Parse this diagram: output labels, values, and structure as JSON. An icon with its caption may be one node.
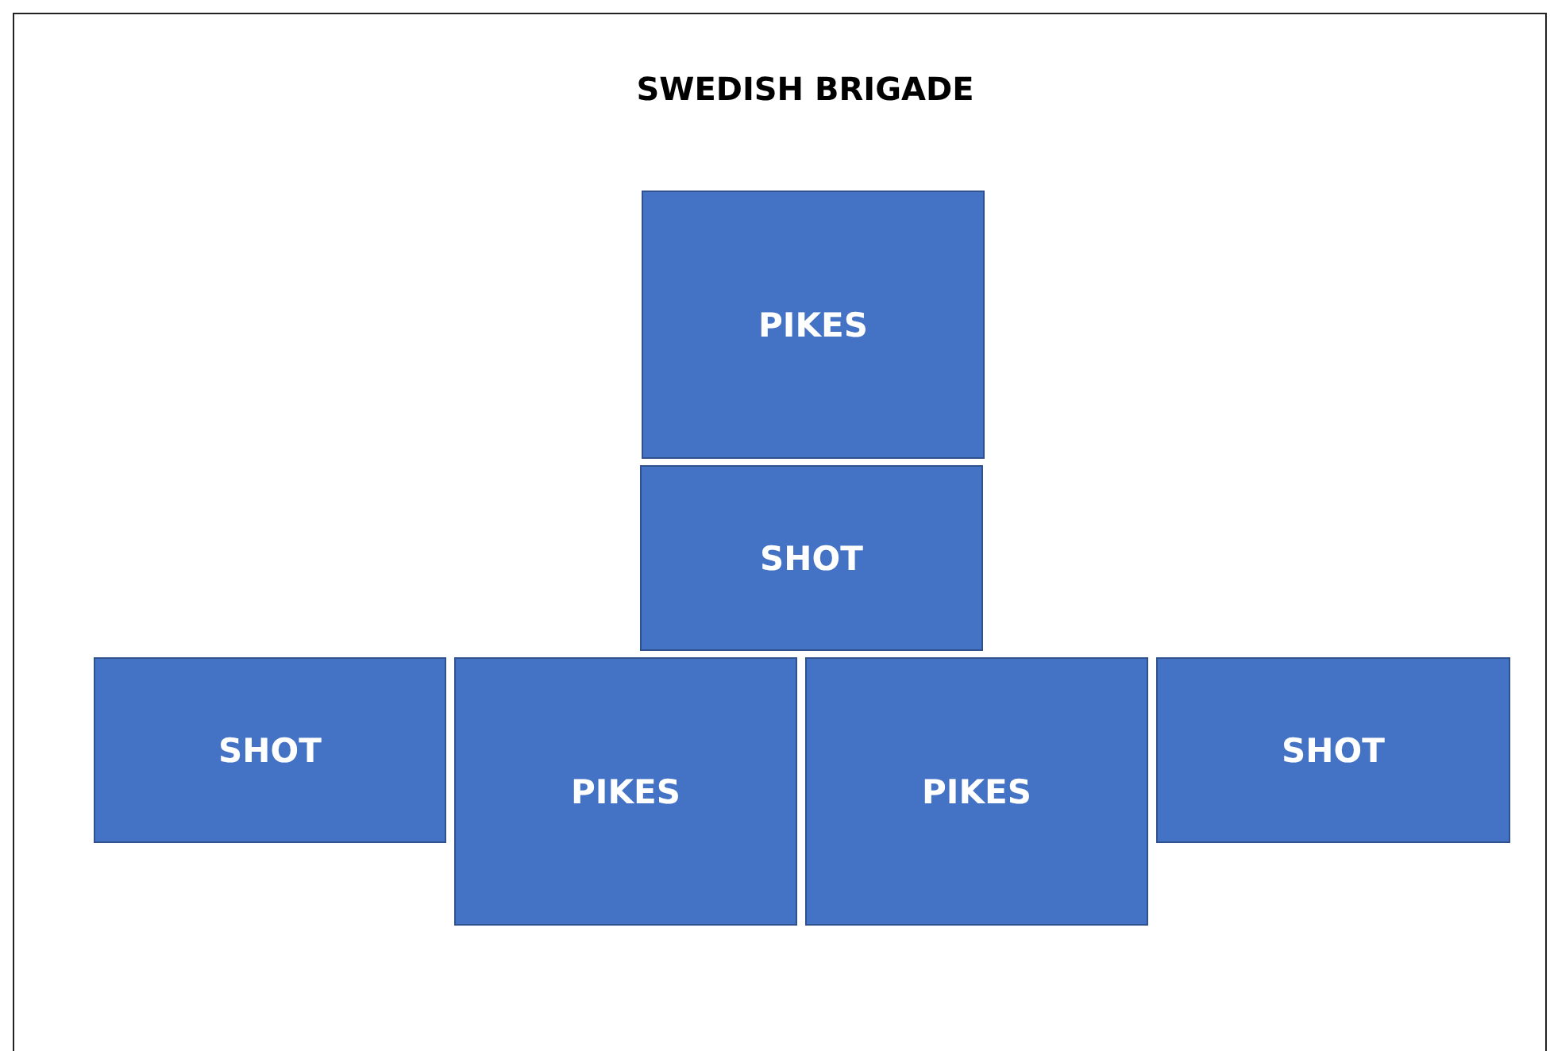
{
  "diagram": {
    "title": "SWEDISH BRIGADE",
    "nodes": [
      {
        "text": [
          "PIKES"
        ]
      },
      {
        "text": [
          "SHOT"
        ]
      },
      {
        "text": [
          "SHOT"
        ]
      },
      {
        "text": [
          "PIKES"
        ]
      },
      {
        "text": [
          "PIKES"
        ]
      },
      {
        "text": [
          "SHOT"
        ]
      }
    ]
  }
}
